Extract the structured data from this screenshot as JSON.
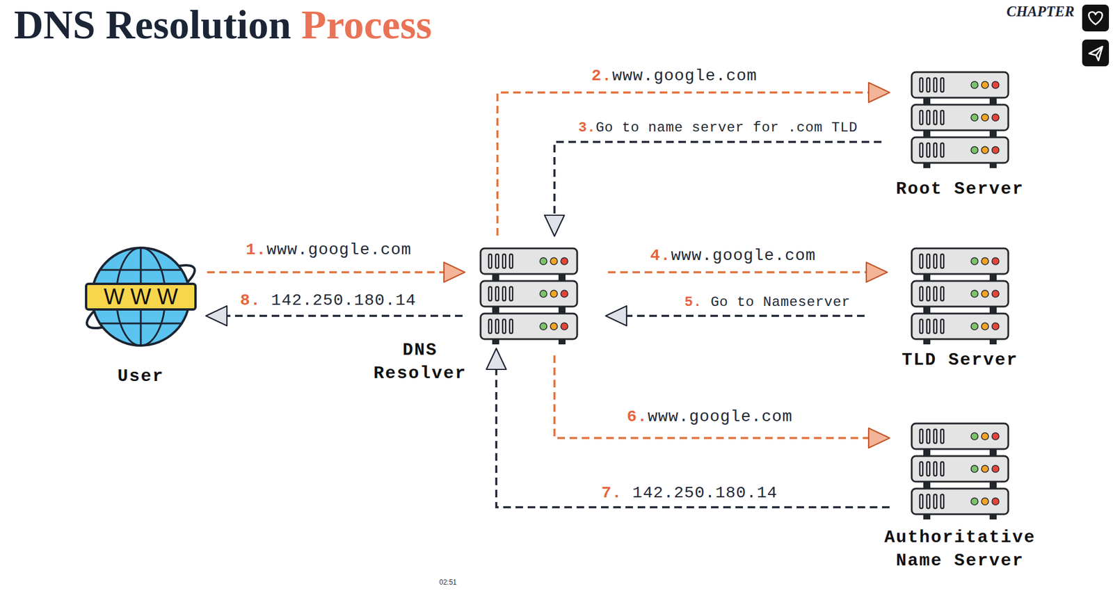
{
  "diagram": {
    "title": "DNS Resolution Process",
    "nodes": [
      {
        "text": [
          "WWW",
          "User"
        ]
      },
      {
        "text": [
          "DNS Resolver"
        ]
      },
      {
        "text": [
          "Root Server"
        ]
      },
      {
        "text": [
          "TLD Server"
        ]
      },
      {
        "text": [
          "Authoritative Name Server"
        ]
      }
    ],
    "edges": [
      {
        "from": 0,
        "to": 1,
        "label": "1.www.google.com",
        "arrow": "to"
      },
      {
        "from": 1,
        "to": 2,
        "label": "2.www.google.com",
        "arrow": "to"
      },
      {
        "from": 2,
        "to": 1,
        "label": "3.Go to name server for .com TLD",
        "arrow": "to"
      },
      {
        "from": 1,
        "to": 3,
        "label": "4.www.google.com",
        "arrow": "to"
      },
      {
        "from": 3,
        "to": 1,
        "label": "5. Go to Nameserver",
        "arrow": "to"
      },
      {
        "from": 1,
        "to": 4,
        "label": "6.www.google.com",
        "arrow": "to"
      },
      {
        "from": 4,
        "to": 1,
        "label": "7. 142.250.180.14",
        "arrow": "to"
      },
      {
        "from": 1,
        "to": 0,
        "label": "8. 142.250.180.14",
        "arrow": "to"
      }
    ],
    "labels": [
      "CHAPTER",
      "02:51"
    ]
  }
}
